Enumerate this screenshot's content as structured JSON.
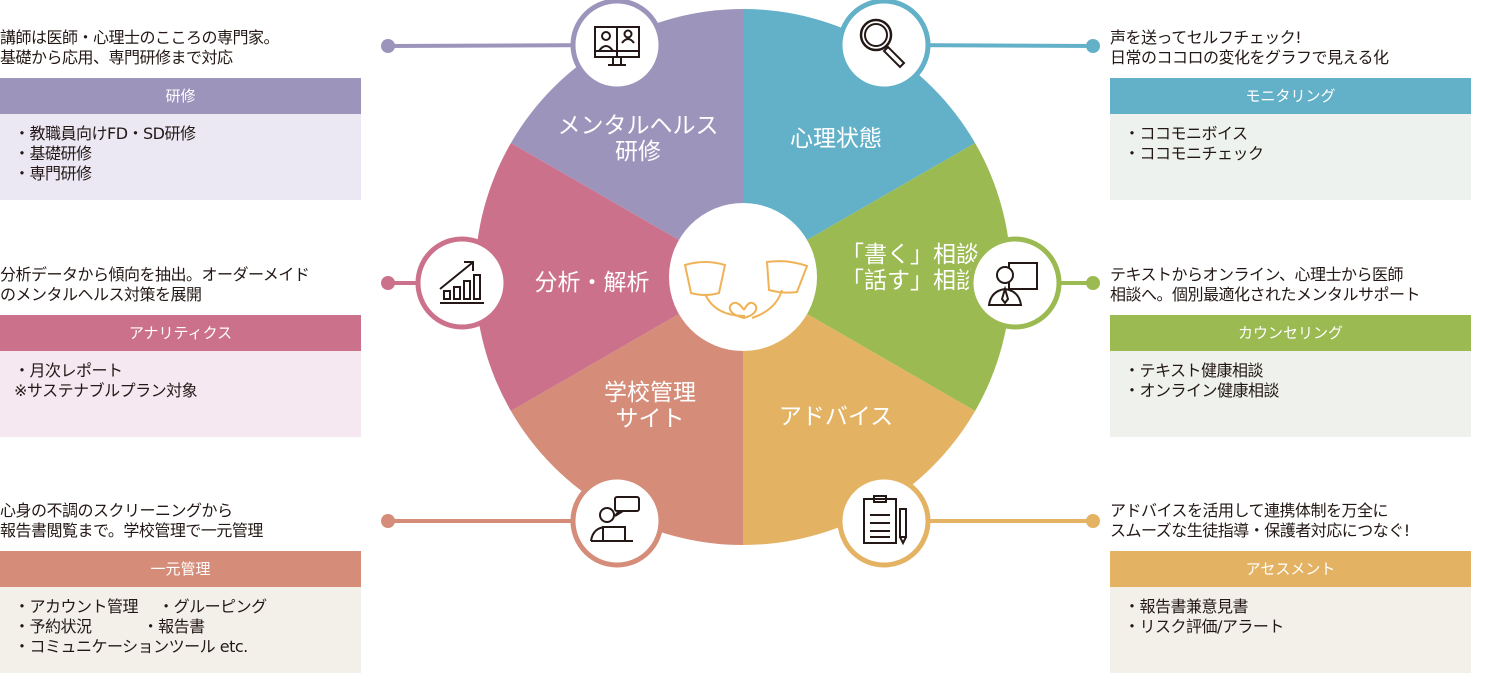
{
  "wheel": {
    "center_icon": "paper-cup-phone-heart-icon",
    "segments": [
      {
        "id": "training",
        "lines": [
          "メンタルヘルス",
          "研修"
        ],
        "color": "#9d94bb",
        "icon": "video-conference-icon"
      },
      {
        "id": "mental-state",
        "lines": [
          "心理状態"
        ],
        "color": "#63b1c8",
        "icon": "magnifier-icon"
      },
      {
        "id": "consult",
        "lines": [
          "「書く」相談",
          "「話す」相談"
        ],
        "color": "#9bba51",
        "icon": "counselor-icon"
      },
      {
        "id": "advice",
        "lines": [
          "アドバイス"
        ],
        "color": "#e3b363",
        "icon": "clipboard-icon"
      },
      {
        "id": "school-site",
        "lines": [
          "学校管理",
          "サイト"
        ],
        "color": "#d58c79",
        "icon": "person-laptop-chat-icon"
      },
      {
        "id": "analysis",
        "lines": [
          "分析・解析"
        ],
        "color": "#cc718b",
        "icon": "growth-chart-icon"
      }
    ]
  },
  "panels": [
    {
      "side": "left",
      "desc": [
        "講師は医師・心理士のこころの専門家。",
        "基礎から応用、専門研修まで対応"
      ],
      "title": "研修",
      "items": "・教職員向けFD・SD研修\n・基礎研修\n・専門研修",
      "color": "#9d94bb",
      "bg": "#ebe8f4"
    },
    {
      "side": "left",
      "desc": [
        "分析データから傾向を抽出。オーダーメイド",
        "のメンタルヘルス対策を展開"
      ],
      "title": "アナリティクス",
      "items": "・月次レポート\n※サステナブルプラン対象",
      "color": "#cc718b",
      "bg": "#f5e8f0"
    },
    {
      "side": "left",
      "desc": [
        "心身の不調のスクリーニングから",
        "報告書閲覧まで。学校管理で一元管理"
      ],
      "title": "一元管理",
      "items": "・アカウント管理　 ・グルーピング\n・予約状況　　　 ・報告書\n・コミュニケーションツール etc.",
      "color": "#d58c79",
      "bg": "#f3f0ea"
    },
    {
      "side": "right",
      "desc": [
        "声を送ってセルフチェック!",
        "日常のココロの変化をグラフで見える化"
      ],
      "title": "モニタリング",
      "items": "・ココモニボイス\n・ココモニチェック",
      "color": "#63b1c8",
      "bg": "#eef2ef"
    },
    {
      "side": "right",
      "desc": [
        "テキストからオンライン、心理士から医師",
        "相談へ。個別最適化されたメンタルサポート"
      ],
      "title": "カウンセリング",
      "items": "・テキスト健康相談\n・オンライン健康相談",
      "color": "#9bba51",
      "bg": "#eef1ec"
    },
    {
      "side": "right",
      "desc": [
        "アドバイスを活用して連携体制を万全に",
        "スムーズな生徒指導・保護者対応につなぐ!"
      ],
      "title": "アセスメント",
      "items": "・報告書兼意見書\n・リスク評価/アラート",
      "color": "#e3b363",
      "bg": "#f3f0ea"
    }
  ]
}
